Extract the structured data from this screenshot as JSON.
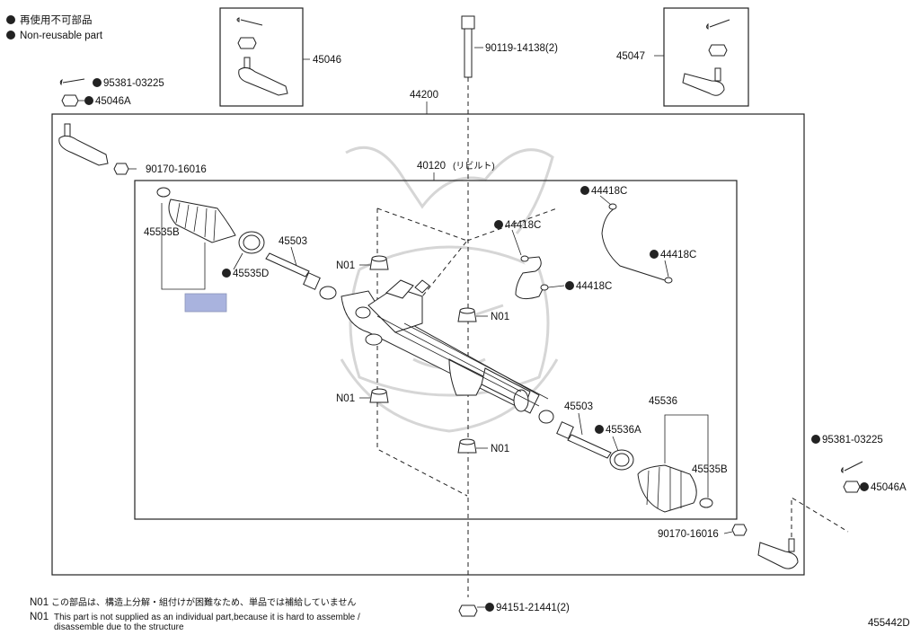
{
  "legend": {
    "ja": "再使用不可部品",
    "en": "Non-reusable part"
  },
  "parts": {
    "p45046": "45046",
    "p45047": "45047",
    "p90119": "90119-14138(2)",
    "p44200": "44200",
    "p95381_left": "95381-03225",
    "p45046A_left": "45046A",
    "p90170_left": "90170-16016",
    "p40120": "40120",
    "p40120_note": "(リビルト)",
    "p44418C_1": "44418C",
    "p44418C_2": "44418C",
    "p44418C_3": "44418C",
    "p44418C_4": "44418C",
    "p45535B_left": "45535B",
    "p45503_left": "45503",
    "p45535D": "45535D",
    "n01_1": "N01",
    "n01_2": "N01",
    "n01_3": "N01",
    "n01_4": "N01",
    "p45503_right": "45503",
    "p45536": "45536",
    "p45536A": "45536A",
    "p45535B_right": "45535B",
    "p95381_right": "95381-03225",
    "p45046A_right": "45046A",
    "p90170_right": "90170-16016",
    "p94151": "94151-21441(2)"
  },
  "notes": {
    "n01_code": "N01",
    "ja": "この部品は、構造上分解・組付けが困難なため、単品では補給していません",
    "en_line1": "This part is not supplied as an individual part,because it is hard to assemble /",
    "en_line2": "disassemble due to the structure"
  },
  "diagram_id": "455442D",
  "highlight_color": "#a9b3de"
}
